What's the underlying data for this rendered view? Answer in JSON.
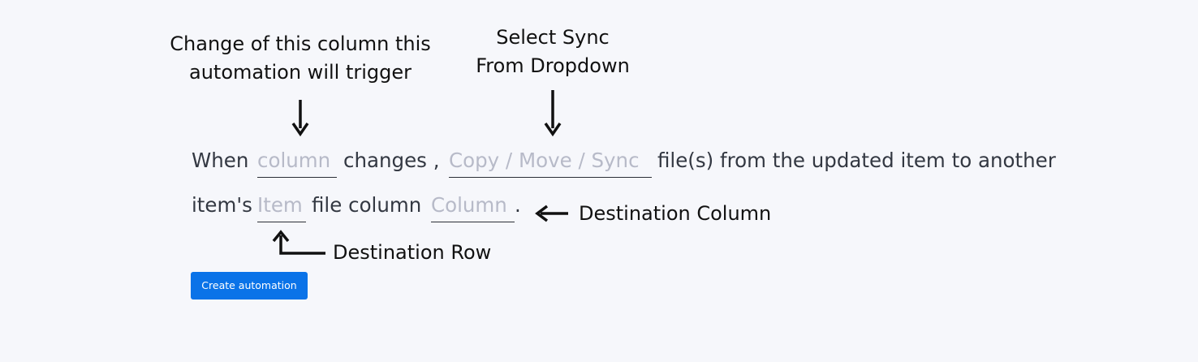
{
  "annotations": {
    "trigger_column": [
      "Change of this column this",
      "automation will trigger"
    ],
    "sync_dropdown": [
      "Select Sync",
      "From Dropdown"
    ],
    "destination_column": "Destination Column",
    "destination_row": "Destination Row"
  },
  "sentence": {
    "line1": {
      "when": "When",
      "column_slot": "column",
      "changes": "changes ,",
      "action_slot": "Copy / Move / Sync",
      "rest": "file(s) from the updated item to another"
    },
    "line2": {
      "items": "item's",
      "item_slot": "Item",
      "file_column": "file column",
      "column_slot": "Column",
      "period": "."
    }
  },
  "create_button": {
    "label": "Create automation"
  },
  "colors": {
    "background": "#f6f7fb",
    "primary_button": "#0a73e8",
    "placeholder": "#b7bac8",
    "sentence_text": "#333842",
    "annotation_text": "#111111"
  }
}
